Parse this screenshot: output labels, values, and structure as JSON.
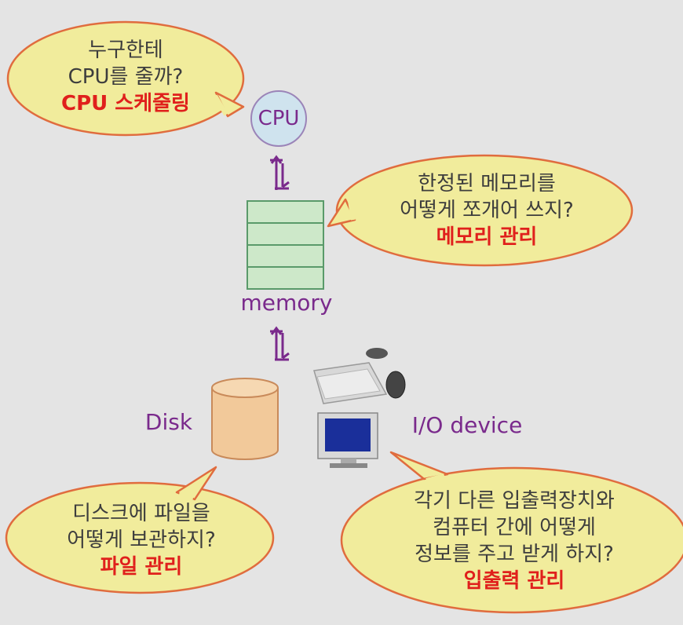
{
  "cpu_bubble": {
    "line1": "누구한테",
    "line2": "CPU를 줄까?",
    "highlight": "CPU 스케줄링"
  },
  "memory_bubble": {
    "line1": "한정된 메모리를",
    "line2": "어떻게 쪼개어 쓰지?",
    "highlight": "메모리 관리"
  },
  "disk_bubble": {
    "line1": "디스크에 파일을",
    "line2": "어떻게 보관하지?",
    "highlight": "파일 관리"
  },
  "io_bubble": {
    "line1": "각기 다른 입출력장치와",
    "line2": "컴퓨터 간에 어떻게",
    "line3": "정보를 주고 받게 하지?",
    "highlight": "입출력 관리"
  },
  "labels": {
    "cpu": "CPU",
    "memory": "memory",
    "disk": "Disk",
    "io": "I/O device"
  },
  "colors": {
    "bubble_fill": "#f1ec9c",
    "bubble_stroke": "#e06c3e",
    "highlight": "#e0201c",
    "label": "#7a2a8c",
    "cpu_fill": "#cfe3ee",
    "memory_fill": "#cde8c9",
    "disk_fill": "#f2c99a"
  }
}
